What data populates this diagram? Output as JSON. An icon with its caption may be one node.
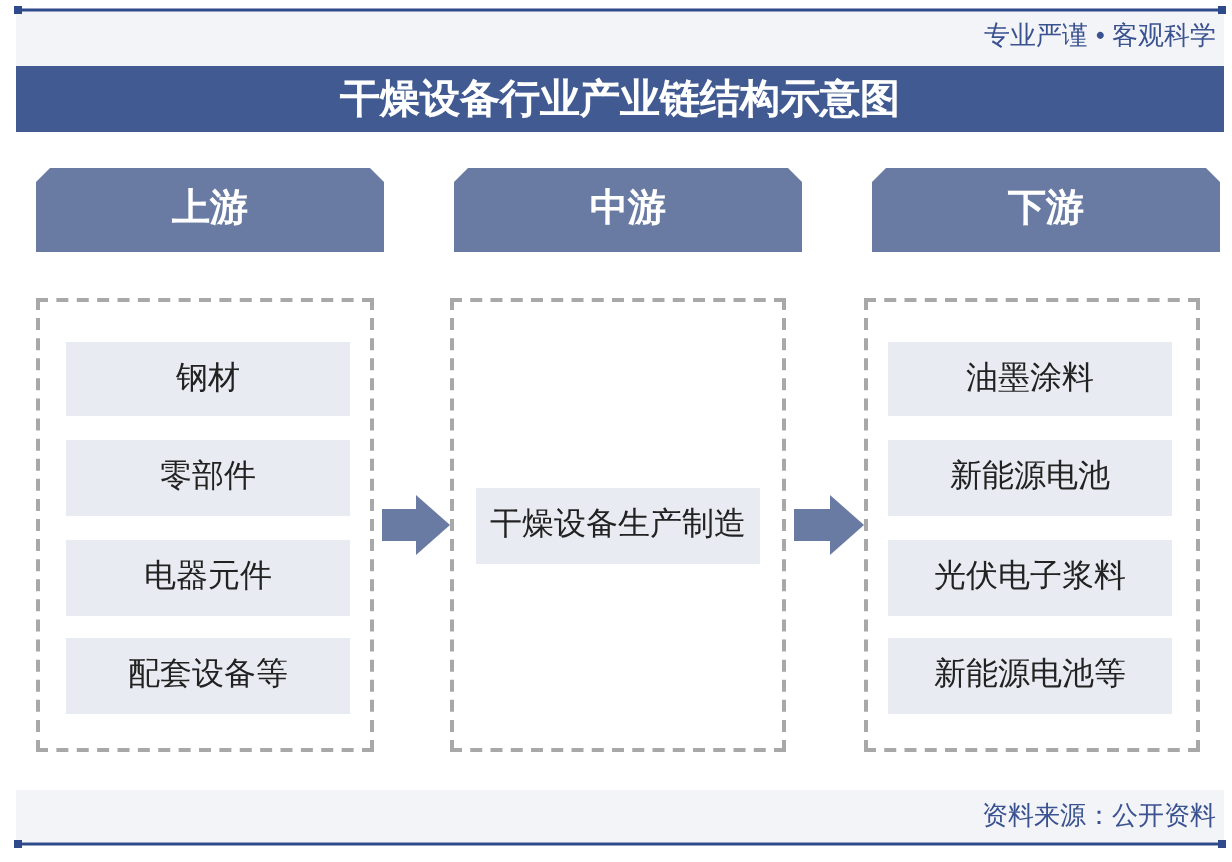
{
  "diagram": {
    "title": "干燥设备行业产业链结构示意图",
    "nodes": [
      {
        "text": [
          "上游"
        ]
      },
      {
        "text": [
          "中游"
        ]
      },
      {
        "text": [
          "下游"
        ]
      },
      {
        "text": [],
        "shape": "box"
      },
      {
        "text": [
          "钢材"
        ],
        "in": 3
      },
      {
        "text": [
          "零部件"
        ],
        "in": 3
      },
      {
        "text": [
          "电器元件"
        ],
        "in": 3
      },
      {
        "text": [
          "配套设备等"
        ],
        "in": 3
      },
      {
        "text": [],
        "shape": "box"
      },
      {
        "text": [
          "干燥设备生产制造"
        ],
        "in": 8
      },
      {
        "text": [],
        "shape": "box"
      },
      {
        "text": [
          "油墨涂料"
        ],
        "in": 10
      },
      {
        "text": [
          "新能源电池"
        ],
        "in": 10
      },
      {
        "text": [
          "光伏电子浆料"
        ],
        "in": 10
      },
      {
        "text": [
          "新能源电池等"
        ],
        "in": 10
      }
    ],
    "edges": [
      {
        "from": 3,
        "to": 8,
        "arrow": "to"
      },
      {
        "from": 8,
        "to": 10,
        "arrow": "to"
      }
    ],
    "labels": [
      "专业严谨 • 客观科学",
      "资料来源：公开资料"
    ]
  }
}
